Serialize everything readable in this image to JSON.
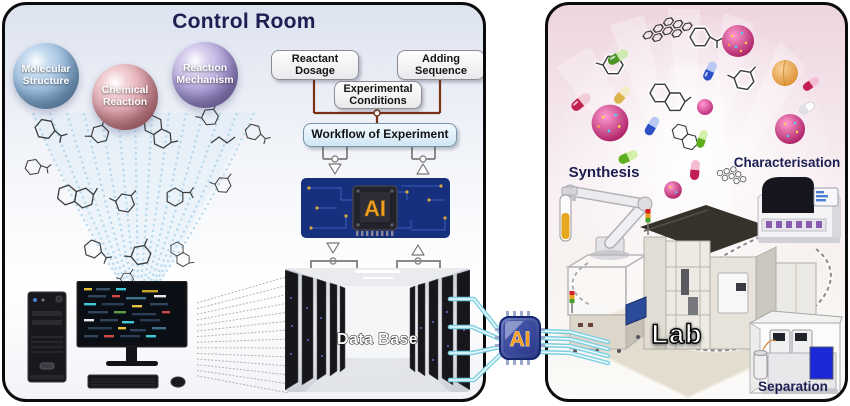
{
  "control_room": {
    "title": "Control Room",
    "spheres": [
      {
        "label": "Molecular Structure"
      },
      {
        "label": "Chemical Reaction"
      },
      {
        "label": "Reaction Mechanism"
      }
    ],
    "flow": {
      "reactant_dosage": "Reactant Dosage",
      "adding_sequence": "Adding Sequence",
      "experimental_conditions": "Experimental Conditions",
      "workflow": "Workflow of Experiment"
    },
    "ai_chip_label": "AI",
    "database_label": "Data Base"
  },
  "bridge": {
    "ai_label": "AI"
  },
  "lab": {
    "title": "Lab",
    "synthesis_label": "Synthesis",
    "characterisation_label": "Characterisation",
    "separation_label": "Separation"
  },
  "colors": {
    "title_navy": "#1b1f52",
    "ai_orange": "#f49f22",
    "cable_cyan": "#7fcfe2",
    "brown": "#7a3015",
    "conn_gray": "#8a8a8a",
    "sphere_blue": "#5d8cc0",
    "sphere_red": "#bb5a66",
    "sphere_purple": "#7362b6"
  }
}
